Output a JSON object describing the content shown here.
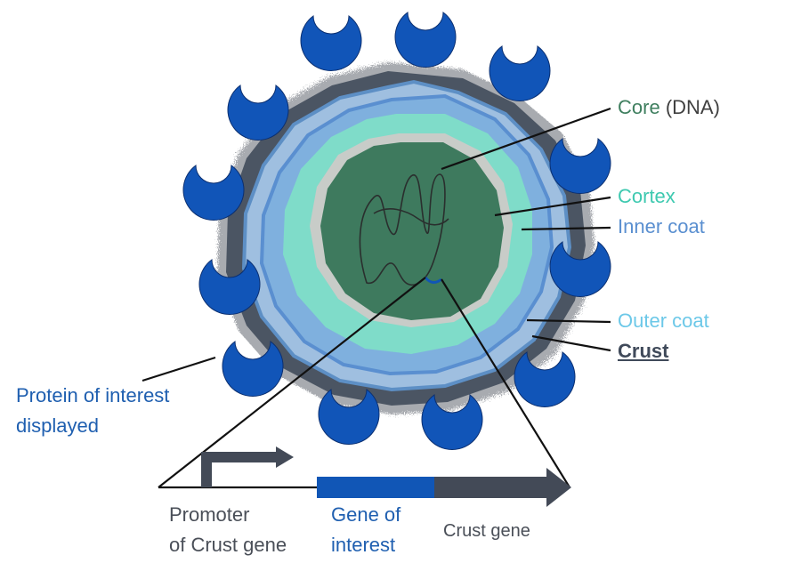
{
  "colors": {
    "protein": "#1155b8",
    "crust": "#4b5563",
    "outer_coat": "#9fbfe0",
    "inner_coat": "#6f9fd8",
    "cortex": "#7fdcc9",
    "core": "#3e7a5e",
    "gene_of_interest": "#1156b6",
    "crust_gene": "#434a57"
  },
  "labels": {
    "core": "Core",
    "core_paren": "(DNA)",
    "cortex": "Cortex",
    "inner_coat": "Inner coat",
    "outer_coat": "Outer coat",
    "crust": "Crust",
    "protein_line1": "Protein of interest",
    "protein_line2": "displayed",
    "promoter_line1": "Promoter",
    "promoter_line2": "of Crust gene",
    "gene_line1": "Gene of",
    "gene_line2": "interest",
    "crust_gene": "Crust gene"
  }
}
